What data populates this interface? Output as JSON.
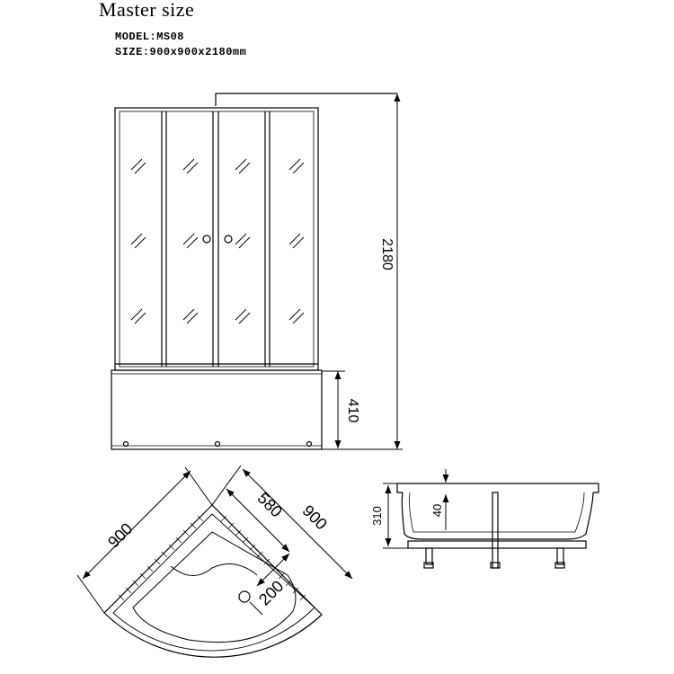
{
  "header": {
    "title": "Master size",
    "model": "MODEL:MS08",
    "size": "SIZE:900x900x2180mm"
  },
  "dimensions": {
    "total_height": "2180",
    "tray_height": "410",
    "side_a": "900",
    "side_b": "900",
    "inner_depth": "580",
    "drain_offset": "200",
    "tray_total_height": "310",
    "tray_rim": "40"
  }
}
